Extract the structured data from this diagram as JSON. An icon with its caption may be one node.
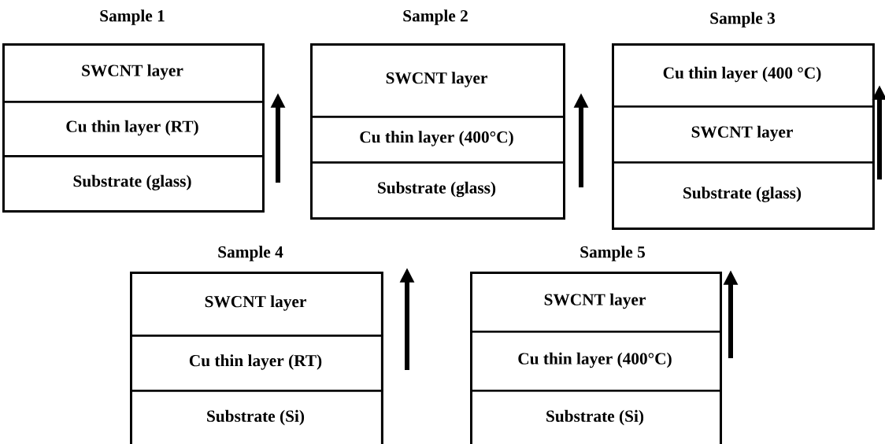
{
  "diagram": {
    "nodes": [
      {
        "text": [
          "Sample 1"
        ]
      },
      {
        "text": [
          "SWCNT layer"
        ],
        "in": 0
      },
      {
        "text": [
          "Cu thin layer (RT)"
        ],
        "in": 0
      },
      {
        "text": [
          "Substrate (glass)"
        ],
        "in": 0
      },
      {
        "text": [
          "Sample 2"
        ]
      },
      {
        "text": [
          "SWCNT layer"
        ],
        "in": 4
      },
      {
        "text": [
          "Cu thin layer (400°C)"
        ],
        "in": 4
      },
      {
        "text": [
          "Substrate (glass)"
        ],
        "in": 4
      },
      {
        "text": [
          "Sample 3"
        ]
      },
      {
        "text": [
          "Cu thin layer (400 °C)"
        ],
        "in": 8
      },
      {
        "text": [
          "SWCNT layer"
        ],
        "in": 8
      },
      {
        "text": [
          "Substrate (glass)"
        ],
        "in": 8
      },
      {
        "text": [
          "Sample 4"
        ]
      },
      {
        "text": [
          "SWCNT layer"
        ],
        "in": 12
      },
      {
        "text": [
          "Cu thin layer (RT)"
        ],
        "in": 12
      },
      {
        "text": [
          "Substrate (Si)"
        ],
        "in": 12
      },
      {
        "text": [
          "Sample 5"
        ]
      },
      {
        "text": [
          "SWCNT layer"
        ],
        "in": 16
      },
      {
        "text": [
          "Cu thin layer (400°C)"
        ],
        "in": 16
      },
      {
        "text": [
          "Substrate (Si)"
        ],
        "in": 16
      }
    ]
  }
}
